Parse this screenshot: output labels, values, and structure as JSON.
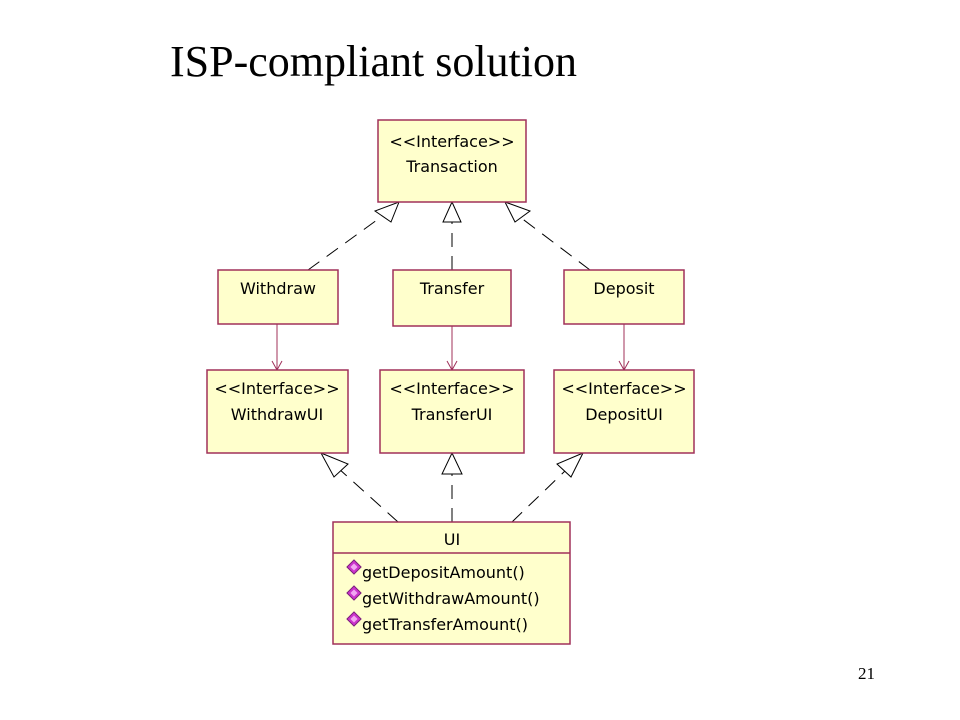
{
  "slide": {
    "title": "ISP-compliant solution",
    "page_number": "21"
  },
  "diagram": {
    "colors": {
      "box_fill": "#ffffcc",
      "box_border": "#a0305a",
      "edge": "#000000",
      "op_icon": "#cc33cc"
    },
    "transaction": {
      "stereotype": "<<Interface>>",
      "name": "Transaction"
    },
    "withdraw": {
      "name": "Withdraw"
    },
    "transfer": {
      "name": "Transfer"
    },
    "deposit": {
      "name": "Deposit"
    },
    "withdraw_ui": {
      "stereotype": "<<Interface>>",
      "name": "WithdrawUI"
    },
    "transfer_ui": {
      "stereotype": "<<Interface>>",
      "name": "TransferUI"
    },
    "deposit_ui": {
      "stereotype": "<<Interface>>",
      "name": "DepositUI"
    },
    "ui": {
      "name": "UI",
      "operations": [
        "getDepositAmount()",
        "getWithdrawAmount()",
        "getTransferAmount()"
      ],
      "operation_icon": "operation-icon"
    }
  }
}
